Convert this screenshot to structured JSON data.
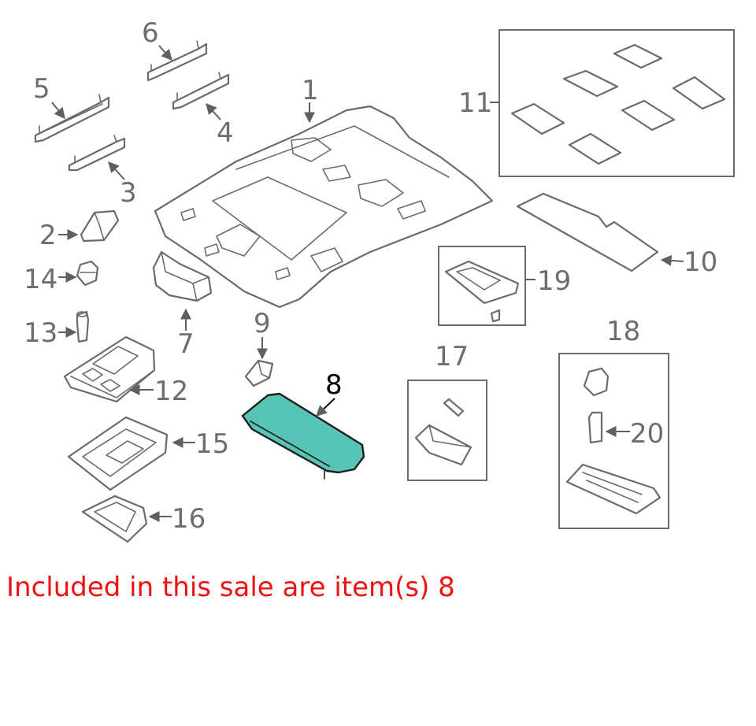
{
  "diagram": {
    "callouts": {
      "c1": "1",
      "c2": "2",
      "c3": "3",
      "c4": "4",
      "c5": "5",
      "c6": "6",
      "c7": "7",
      "c8": "8",
      "c9": "9",
      "c10": "10",
      "c11": "11",
      "c12": "12",
      "c13": "13",
      "c14": "14",
      "c15": "15",
      "c16": "16",
      "c17": "17",
      "c18": "18",
      "c19": "19",
      "c20": "20"
    },
    "highlight_color": "#57c4b6",
    "caption_color": "#ee1111"
  },
  "caption": "Included in this sale are item(s) 8"
}
